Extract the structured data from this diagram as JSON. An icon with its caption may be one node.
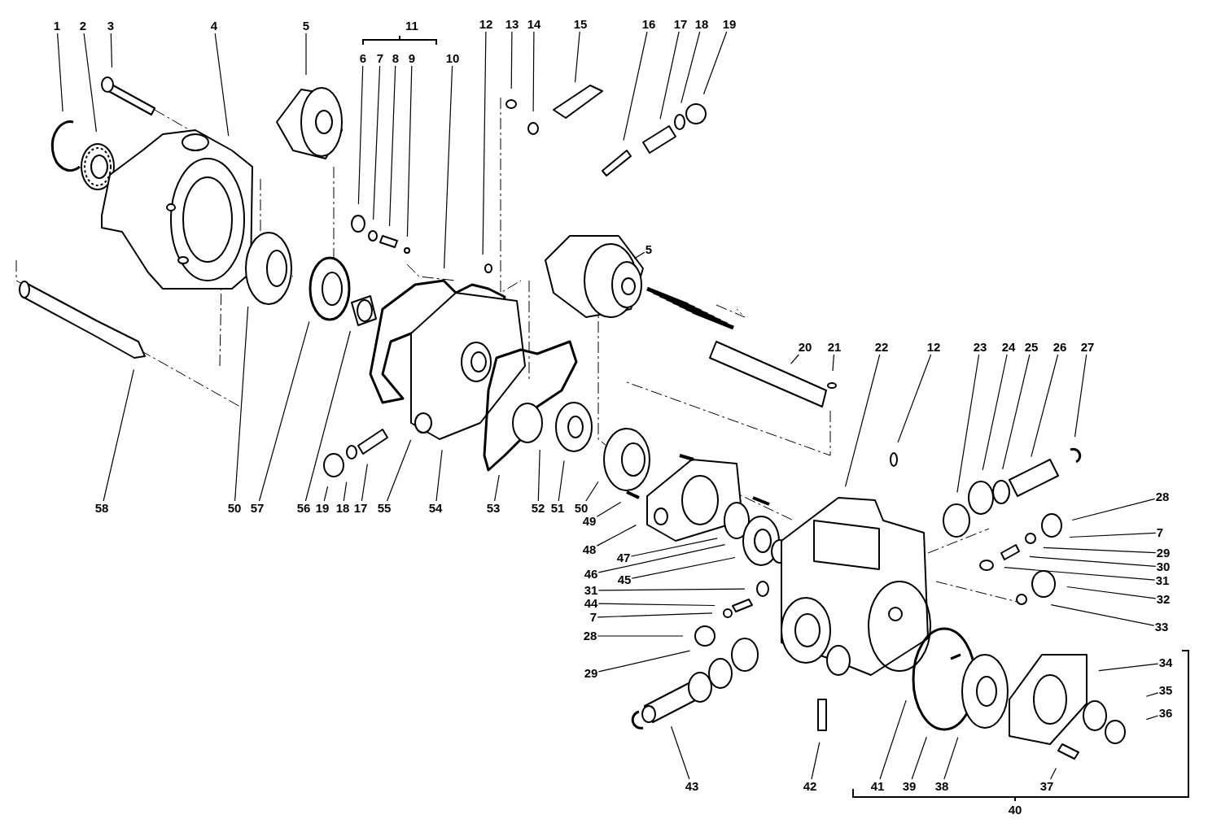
{
  "diagram": {
    "nodes": [
      {
        "text": [
          "1"
        ]
      },
      {
        "text": [
          "2"
        ]
      },
      {
        "text": [
          "3"
        ]
      },
      {
        "text": [
          "4"
        ]
      },
      {
        "text": [
          "5"
        ]
      },
      {
        "text": [
          "6"
        ]
      },
      {
        "text": [
          "7"
        ]
      },
      {
        "text": [
          "8"
        ]
      },
      {
        "text": [
          "9"
        ]
      },
      {
        "text": [
          "10"
        ]
      },
      {
        "text": [
          "12"
        ]
      },
      {
        "text": [
          "13"
        ]
      },
      {
        "text": [
          "14"
        ]
      },
      {
        "text": [
          "15"
        ]
      },
      {
        "text": [
          "16"
        ]
      },
      {
        "text": [
          "17"
        ]
      },
      {
        "text": [
          "18"
        ]
      },
      {
        "text": [
          "19"
        ]
      },
      {
        "text": [
          "5"
        ]
      },
      {
        "text": [
          "20"
        ]
      },
      {
        "text": [
          "21"
        ]
      },
      {
        "text": [
          "22"
        ]
      },
      {
        "text": [
          "12"
        ]
      },
      {
        "text": [
          "23"
        ]
      },
      {
        "text": [
          "24"
        ]
      },
      {
        "text": [
          "25"
        ]
      },
      {
        "text": [
          "26"
        ]
      },
      {
        "text": [
          "27"
        ]
      },
      {
        "text": [
          "58"
        ]
      },
      {
        "text": [
          "50"
        ]
      },
      {
        "text": [
          "57"
        ]
      },
      {
        "text": [
          "56"
        ]
      },
      {
        "text": [
          "19"
        ]
      },
      {
        "text": [
          "18"
        ]
      },
      {
        "text": [
          "17"
        ]
      },
      {
        "text": [
          "55"
        ]
      },
      {
        "text": [
          "54"
        ]
      },
      {
        "text": [
          "53"
        ]
      },
      {
        "text": [
          "52"
        ]
      },
      {
        "text": [
          "51"
        ]
      },
      {
        "text": [
          "50"
        ]
      },
      {
        "text": [
          "28"
        ]
      },
      {
        "text": [
          "49"
        ]
      },
      {
        "text": [
          "7"
        ]
      },
      {
        "text": [
          "48"
        ]
      },
      {
        "text": [
          "29"
        ]
      },
      {
        "text": [
          "47"
        ]
      },
      {
        "text": [
          "30"
        ]
      },
      {
        "text": [
          "46"
        ]
      },
      {
        "text": [
          "31"
        ]
      },
      {
        "text": [
          "45"
        ]
      },
      {
        "text": [
          "31"
        ]
      },
      {
        "text": [
          "44"
        ]
      },
      {
        "text": [
          "32"
        ]
      },
      {
        "text": [
          "7"
        ]
      },
      {
        "text": [
          "33"
        ]
      },
      {
        "text": [
          "28"
        ]
      },
      {
        "text": [
          "34"
        ]
      },
      {
        "text": [
          "29"
        ]
      },
      {
        "text": [
          "35"
        ]
      },
      {
        "text": [
          "36"
        ]
      },
      {
        "text": [
          "43"
        ]
      },
      {
        "text": [
          "42"
        ]
      },
      {
        "text": [
          "41"
        ]
      },
      {
        "text": [
          "39"
        ]
      },
      {
        "text": [
          "38"
        ]
      },
      {
        "text": [
          "37"
        ]
      }
    ],
    "edges": [
      {
        "from": 0,
        "to": null,
        "arrow": "none"
      },
      {
        "from": 1,
        "to": null,
        "arrow": "none"
      },
      {
        "from": 2,
        "to": null,
        "arrow": "none"
      },
      {
        "from": 3,
        "to": null,
        "arrow": "none"
      },
      {
        "from": 4,
        "to": null,
        "arrow": "none"
      },
      {
        "from": 5,
        "to": null,
        "arrow": "none"
      },
      {
        "from": 6,
        "to": null,
        "arrow": "none"
      },
      {
        "from": 7,
        "to": null,
        "arrow": "none"
      },
      {
        "from": 8,
        "to": null,
        "arrow": "none"
      },
      {
        "from": 9,
        "to": null,
        "arrow": "none"
      },
      {
        "from": 10,
        "to": null,
        "arrow": "none"
      },
      {
        "from": 11,
        "to": null,
        "arrow": "none"
      },
      {
        "from": 12,
        "to": null,
        "arrow": "none"
      },
      {
        "from": 13,
        "to": null,
        "arrow": "none"
      },
      {
        "from": 14,
        "to": null,
        "arrow": "none"
      },
      {
        "from": 15,
        "to": null,
        "arrow": "none"
      },
      {
        "from": 16,
        "to": null,
        "arrow": "none"
      },
      {
        "from": 17,
        "to": null,
        "arrow": "none"
      },
      {
        "from": 18,
        "to": null,
        "arrow": "none"
      },
      {
        "from": 19,
        "to": null,
        "arrow": "none"
      },
      {
        "from": 20,
        "to": null,
        "arrow": "none"
      },
      {
        "from": 21,
        "to": null,
        "arrow": "none"
      },
      {
        "from": 22,
        "to": null,
        "arrow": "none"
      },
      {
        "from": 23,
        "to": null,
        "arrow": "none"
      },
      {
        "from": 24,
        "to": null,
        "arrow": "none"
      },
      {
        "from": 25,
        "to": null,
        "arrow": "none"
      },
      {
        "from": 26,
        "to": null,
        "arrow": "none"
      },
      {
        "from": 27,
        "to": null,
        "arrow": "none"
      },
      {
        "from": 28,
        "to": null,
        "arrow": "none"
      },
      {
        "from": 29,
        "to": null,
        "arrow": "none"
      },
      {
        "from": 30,
        "to": null,
        "arrow": "none"
      },
      {
        "from": 31,
        "to": null,
        "arrow": "none"
      },
      {
        "from": 32,
        "to": null,
        "arrow": "none"
      },
      {
        "from": 33,
        "to": null,
        "arrow": "none"
      },
      {
        "from": 34,
        "to": null,
        "arrow": "none"
      },
      {
        "from": 35,
        "to": null,
        "arrow": "none"
      },
      {
        "from": 36,
        "to": null,
        "arrow": "none"
      },
      {
        "from": 37,
        "to": null,
        "arrow": "none"
      },
      {
        "from": 38,
        "to": null,
        "arrow": "none"
      },
      {
        "from": 39,
        "to": null,
        "arrow": "none"
      },
      {
        "from": 40,
        "to": null,
        "arrow": "none"
      },
      {
        "from": 41,
        "to": null,
        "arrow": "none"
      },
      {
        "from": 42,
        "to": null,
        "arrow": "none"
      },
      {
        "from": 43,
        "to": null,
        "arrow": "none"
      },
      {
        "from": 44,
        "to": null,
        "arrow": "none"
      },
      {
        "from": 45,
        "to": null,
        "arrow": "none"
      },
      {
        "from": 46,
        "to": null,
        "arrow": "none"
      },
      {
        "from": 47,
        "to": null,
        "arrow": "none"
      },
      {
        "from": 48,
        "to": null,
        "arrow": "none"
      },
      {
        "from": 49,
        "to": null,
        "arrow": "none"
      },
      {
        "from": 50,
        "to": null,
        "arrow": "none"
      },
      {
        "from": 51,
        "to": null,
        "arrow": "none"
      },
      {
        "from": 52,
        "to": null,
        "arrow": "none"
      },
      {
        "from": 53,
        "to": null,
        "arrow": "none"
      },
      {
        "from": 54,
        "to": null,
        "arrow": "none"
      },
      {
        "from": 55,
        "to": null,
        "arrow": "none"
      },
      {
        "from": 56,
        "to": null,
        "arrow": "none"
      },
      {
        "from": 57,
        "to": null,
        "arrow": "none"
      },
      {
        "from": 58,
        "to": null,
        "arrow": "none"
      },
      {
        "from": 59,
        "to": null,
        "arrow": "none"
      },
      {
        "from": 60,
        "to": null,
        "arrow": "none"
      },
      {
        "from": 61,
        "to": null,
        "arrow": "none"
      },
      {
        "from": 62,
        "to": null,
        "arrow": "none"
      },
      {
        "from": 63,
        "to": null,
        "arrow": "none"
      },
      {
        "from": 64,
        "to": null,
        "arrow": "none"
      },
      {
        "from": 65,
        "to": null,
        "arrow": "none"
      },
      {
        "from": 66,
        "to": null,
        "arrow": "none"
      }
    ],
    "labels": [
      "11",
      "40"
    ]
  }
}
